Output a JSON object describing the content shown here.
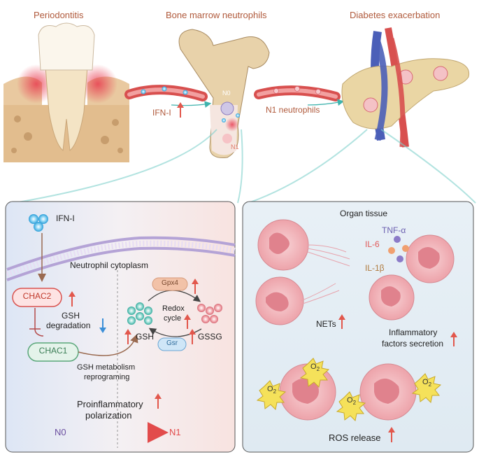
{
  "top": {
    "periodontitis": "Periodontitis",
    "bone_marrow": "Bone marrow neutrophils",
    "diabetes": "Diabetes exacerbation",
    "ifn_arrow": "IFN-I",
    "n1_neutrophils": "N1 neutrophils",
    "n0_small": "N0",
    "n1_small": "N1"
  },
  "left_panel": {
    "ifn": "IFN-I",
    "cytoplasm": "Neutrophil cytoplasm",
    "chac2": "CHAC2",
    "gsh_degradation_1": "GSH",
    "gsh_degradation_2": "degradation",
    "chac1": "CHAC1",
    "gpx4": "Gpx4",
    "redox_1": "Redox",
    "redox_2": "cycle",
    "gsh": "GSH",
    "gssg": "GSSG",
    "gsr": "Gsr",
    "metab_1": "GSH metabolism",
    "metab_2": "reprograming",
    "polar_1": "Proinflammatory",
    "polar_2": "polarization",
    "n0": "N0",
    "n1": "N1"
  },
  "right_panel": {
    "organ": "Organ tissue",
    "tnf": "TNF-α",
    "il6": "IL-6",
    "il1b": "IL-1β",
    "nets": "NETs",
    "infl_1": "Inflammatory",
    "infl_2": "factors secretion",
    "ros": "ROS release",
    "o2": "O",
    "o2_sub": "2"
  },
  "colors": {
    "title": "#b05a3c",
    "up_arrow": "#e2574c",
    "down_arrow": "#3b8fd8",
    "chac2_border": "#d9534f",
    "chac1_border": "#5aa77a",
    "gpx4_fill": "#f2c2a8",
    "gsr_fill": "#cfe6f7"
  }
}
